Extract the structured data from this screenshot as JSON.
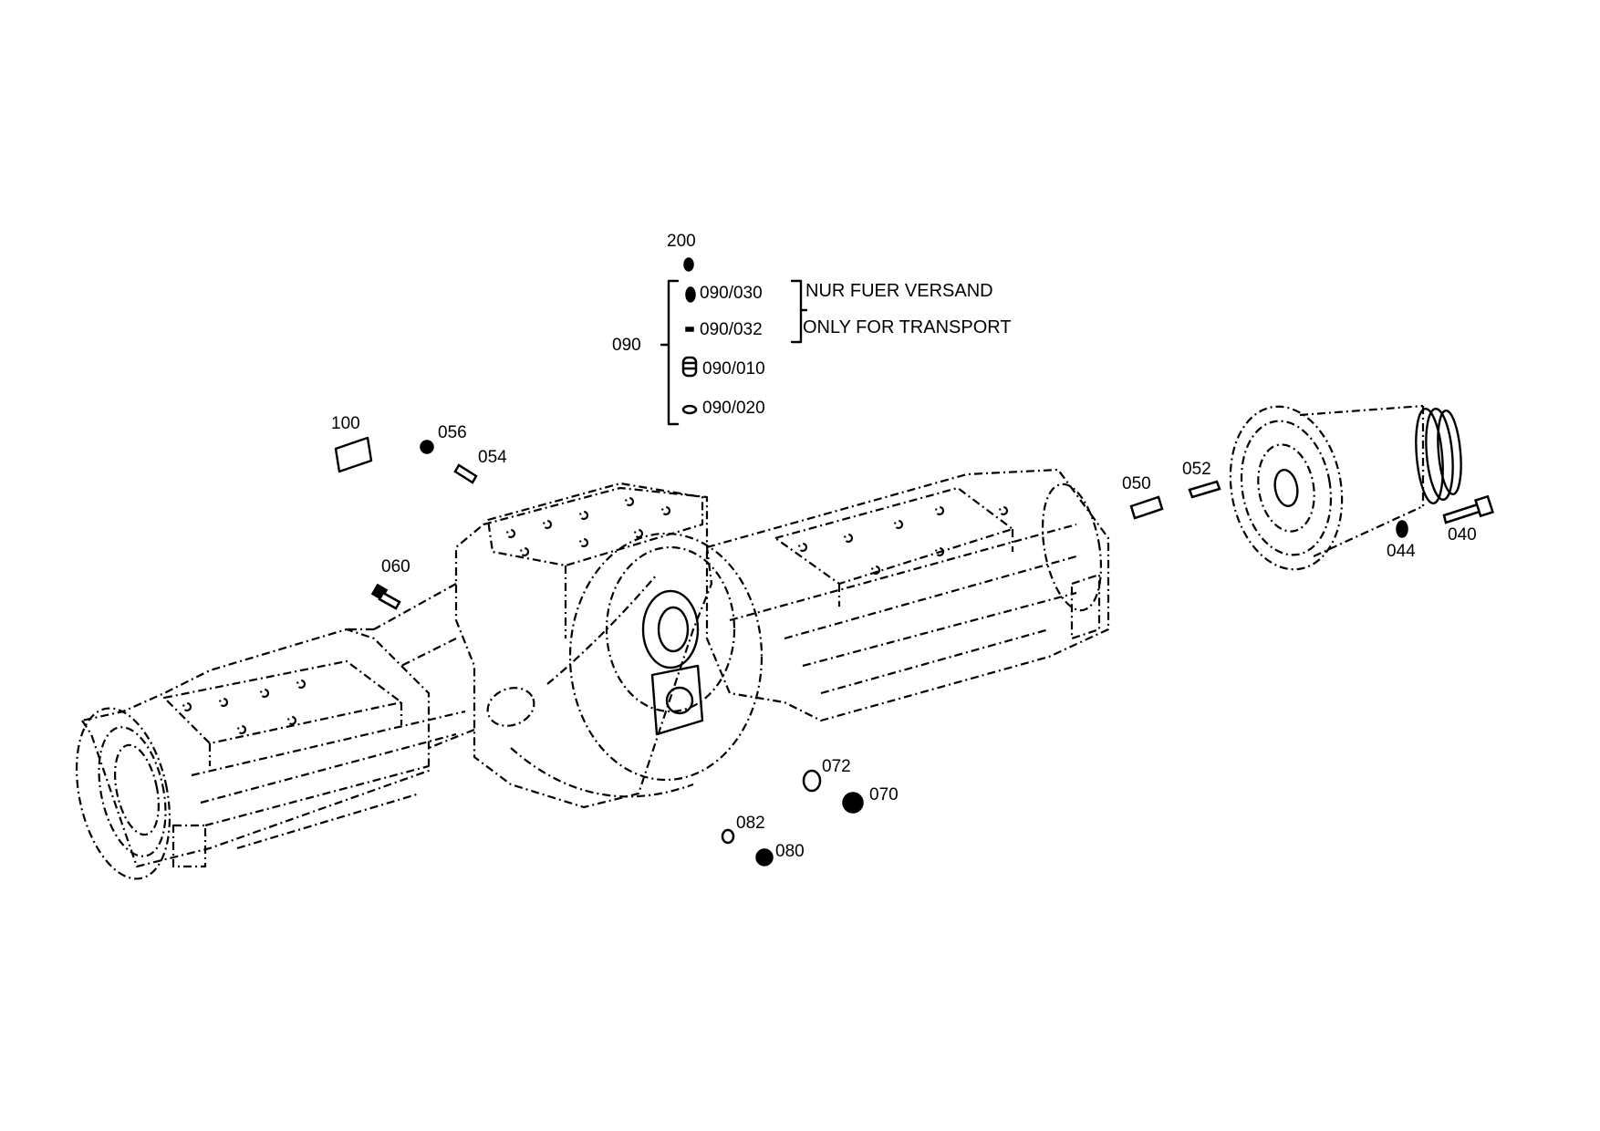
{
  "diagram": {
    "type": "exploded parts drawing",
    "subject": "axle housing",
    "colors": {
      "line": "#000000",
      "background": "#ffffff"
    }
  },
  "notes": {
    "german": "NUR FUER VERSAND",
    "english": "ONLY FOR TRANSPORT"
  },
  "labels": {
    "p200": "200",
    "p090_030": "090/030",
    "p090_032": "090/032",
    "p090": "090",
    "p090_010": "090/010",
    "p090_020": "090/020",
    "p100": "100",
    "p056": "056",
    "p054": "054",
    "p060": "060",
    "p050": "050",
    "p052": "052",
    "p044": "044",
    "p040": "040",
    "p072": "072",
    "p070": "070",
    "p082": "082",
    "p080": "080"
  },
  "icons": {
    "p200": "vent-plug-icon",
    "p090_030": "cap-icon",
    "p090_032": "small-cap-icon",
    "p090_010": "breather-valve-icon",
    "p090_020": "o-ring-icon",
    "p100": "nameplate-icon",
    "p056": "nut-icon",
    "p054": "stud-icon",
    "p060": "bolt-icon",
    "p050": "dowel-sleeve-icon",
    "p052": "pin-icon",
    "p044": "washer-icon",
    "p040": "cap-screw-icon",
    "p072": "o-ring-icon",
    "p070": "plug-screw-icon",
    "p082": "o-ring-icon",
    "p080": "plug-screw-icon",
    "hub": "wheel-hub-icon",
    "housing": "axle-housing-icon"
  }
}
